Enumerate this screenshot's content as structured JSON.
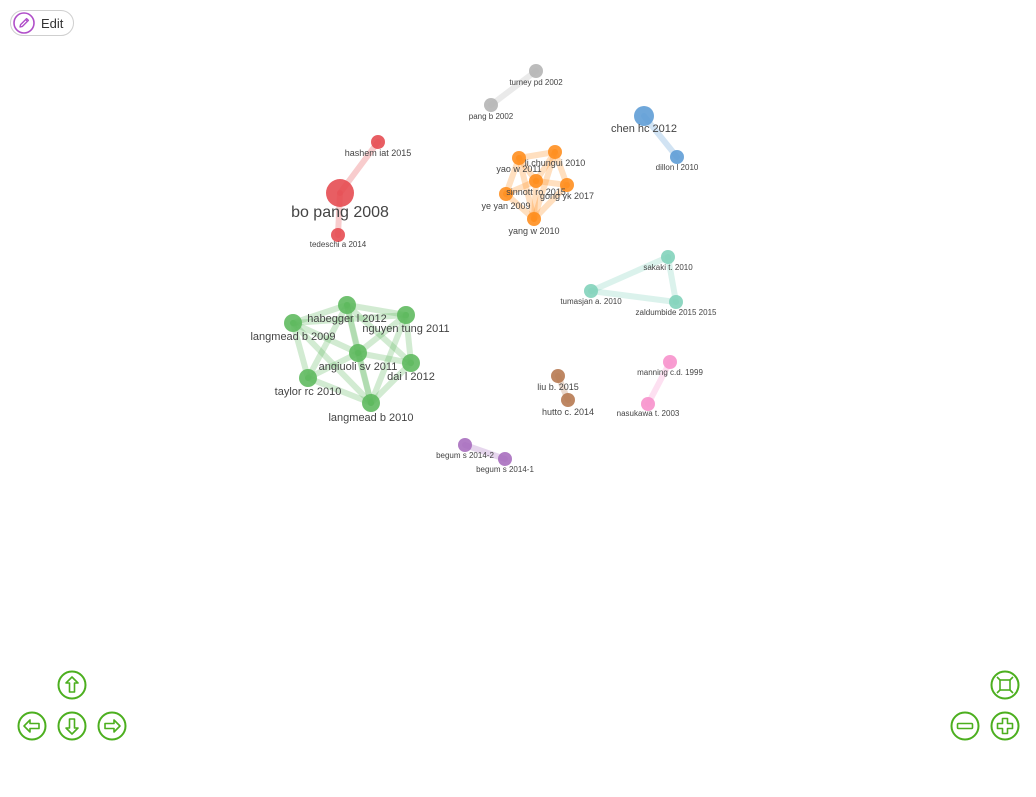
{
  "toolbar": {
    "edit_label": "Edit",
    "edit_icon": "pencil-icon"
  },
  "graph": {
    "colors": {
      "red": "#e5484d",
      "orange": "#ff8c1a",
      "gray": "#b3b3b3",
      "blue": "#5b9bd5",
      "teal": "#7fd1b9",
      "green": "#5cb85c",
      "brown": "#b5764d",
      "pink": "#f78fcb",
      "purple": "#a66bbd"
    },
    "nodes": [
      {
        "id": "bo-pang-2008",
        "label": "bo pang 2008",
        "cluster": "red"
      },
      {
        "id": "hashem-iat-2015",
        "label": "hashem iat 2015",
        "cluster": "red"
      },
      {
        "id": "tedeschi-a-2014",
        "label": "tedeschi a 2014",
        "cluster": "red"
      },
      {
        "id": "turney-pd-2002",
        "label": "turney pd 2002",
        "cluster": "gray"
      },
      {
        "id": "pang-b-2002",
        "label": "pang b 2002",
        "cluster": "gray"
      },
      {
        "id": "chen-hc-2012",
        "label": "chen hc 2012",
        "cluster": "blue"
      },
      {
        "id": "dillon-l-2010",
        "label": "dillon l 2010",
        "cluster": "blue"
      },
      {
        "id": "li-chungui-2010",
        "label": "li chungui 2010",
        "cluster": "orange"
      },
      {
        "id": "yao-w-2011",
        "label": "yao w 2011",
        "cluster": "orange"
      },
      {
        "id": "sinnott-ro-2015",
        "label": "sinnott ro 2015",
        "cluster": "orange"
      },
      {
        "id": "gong-yk-2017",
        "label": "gong yk 2017",
        "cluster": "orange"
      },
      {
        "id": "ye-yan-2009",
        "label": "ye yan 2009",
        "cluster": "orange"
      },
      {
        "id": "yang-w-2010",
        "label": "yang w 2010",
        "cluster": "orange"
      },
      {
        "id": "sakaki-t-2010",
        "label": "sakaki t. 2010",
        "cluster": "teal"
      },
      {
        "id": "tumasjan-a-2010",
        "label": "tumasjan a. 2010",
        "cluster": "teal"
      },
      {
        "id": "zaldumbide-2015",
        "label": "zaldumbide 2015 2015",
        "cluster": "teal"
      },
      {
        "id": "habegger-l-2012",
        "label": "habegger l 2012",
        "cluster": "green"
      },
      {
        "id": "langmead-b-2009",
        "label": "langmead b 2009",
        "cluster": "green"
      },
      {
        "id": "nguyen-tung-2011",
        "label": "nguyen tung 2011",
        "cluster": "green"
      },
      {
        "id": "angiuoli-sv-2011",
        "label": "angiuoli sv 2011",
        "cluster": "green"
      },
      {
        "id": "dai-l-2012",
        "label": "dai l 2012",
        "cluster": "green"
      },
      {
        "id": "taylor-rc-2010",
        "label": "taylor rc 2010",
        "cluster": "green"
      },
      {
        "id": "langmead-b-2010",
        "label": "langmead b 2010",
        "cluster": "green"
      },
      {
        "id": "liu-b-2015",
        "label": "liu b. 2015",
        "cluster": "brown"
      },
      {
        "id": "hutto-c-2014",
        "label": "hutto c. 2014",
        "cluster": "brown"
      },
      {
        "id": "manning-cd-1999",
        "label": "manning c.d. 1999",
        "cluster": "pink"
      },
      {
        "id": "nasukawa-t-2003",
        "label": "nasukawa t. 2003",
        "cluster": "pink"
      },
      {
        "id": "begum-s-2014-2",
        "label": "begum s 2014-2",
        "cluster": "purple"
      },
      {
        "id": "begum-s-2014-1",
        "label": "begum s 2014-1",
        "cluster": "purple"
      }
    ],
    "edges": [
      [
        "bo-pang-2008",
        "hashem-iat-2015"
      ],
      [
        "bo-pang-2008",
        "tedeschi-a-2014"
      ],
      [
        "turney-pd-2002",
        "pang-b-2002"
      ],
      [
        "chen-hc-2012",
        "dillon-l-2010"
      ],
      [
        "li-chungui-2010",
        "yao-w-2011"
      ],
      [
        "li-chungui-2010",
        "sinnott-ro-2015"
      ],
      [
        "li-chungui-2010",
        "gong-yk-2017"
      ],
      [
        "yao-w-2011",
        "sinnott-ro-2015"
      ],
      [
        "yao-w-2011",
        "ye-yan-2009"
      ],
      [
        "yao-w-2011",
        "yang-w-2010"
      ],
      [
        "sinnott-ro-2015",
        "gong-yk-2017"
      ],
      [
        "sinnott-ro-2015",
        "ye-yan-2009"
      ],
      [
        "sinnott-ro-2015",
        "yang-w-2010"
      ],
      [
        "gong-yk-2017",
        "yang-w-2010"
      ],
      [
        "ye-yan-2009",
        "yang-w-2010"
      ],
      [
        "li-chungui-2010",
        "yang-w-2010"
      ],
      [
        "sakaki-t-2010",
        "tumasjan-a-2010"
      ],
      [
        "sakaki-t-2010",
        "zaldumbide-2015"
      ],
      [
        "tumasjan-a-2010",
        "zaldumbide-2015"
      ],
      [
        "habegger-l-2012",
        "langmead-b-2009"
      ],
      [
        "habegger-l-2012",
        "nguyen-tung-2011"
      ],
      [
        "habegger-l-2012",
        "angiuoli-sv-2011"
      ],
      [
        "habegger-l-2012",
        "dai-l-2012"
      ],
      [
        "habegger-l-2012",
        "taylor-rc-2010"
      ],
      [
        "habegger-l-2012",
        "langmead-b-2010"
      ],
      [
        "langmead-b-2009",
        "angiuoli-sv-2011"
      ],
      [
        "langmead-b-2009",
        "taylor-rc-2010"
      ],
      [
        "langmead-b-2009",
        "langmead-b-2010"
      ],
      [
        "langmead-b-2009",
        "nguyen-tung-2011"
      ],
      [
        "nguyen-tung-2011",
        "angiuoli-sv-2011"
      ],
      [
        "nguyen-tung-2011",
        "dai-l-2012"
      ],
      [
        "nguyen-tung-2011",
        "langmead-b-2010"
      ],
      [
        "angiuoli-sv-2011",
        "dai-l-2012"
      ],
      [
        "angiuoli-sv-2011",
        "taylor-rc-2010"
      ],
      [
        "angiuoli-sv-2011",
        "langmead-b-2010"
      ],
      [
        "dai-l-2012",
        "langmead-b-2010"
      ],
      [
        "taylor-rc-2010",
        "langmead-b-2010"
      ],
      [
        "liu-b-2015",
        "hutto-c-2014"
      ],
      [
        "manning-cd-1999",
        "nasukawa-t-2003"
      ],
      [
        "begum-s-2014-2",
        "begum-s-2014-1"
      ]
    ]
  },
  "controls": {
    "pan_up_icon": "arrow-up-icon",
    "pan_left_icon": "arrow-left-icon",
    "pan_down_icon": "arrow-down-icon",
    "pan_right_icon": "arrow-right-icon",
    "fit_icon": "fit-screen-icon",
    "zoom_out_icon": "minus-icon",
    "zoom_in_icon": "plus-icon",
    "color": "#4caf1f"
  }
}
